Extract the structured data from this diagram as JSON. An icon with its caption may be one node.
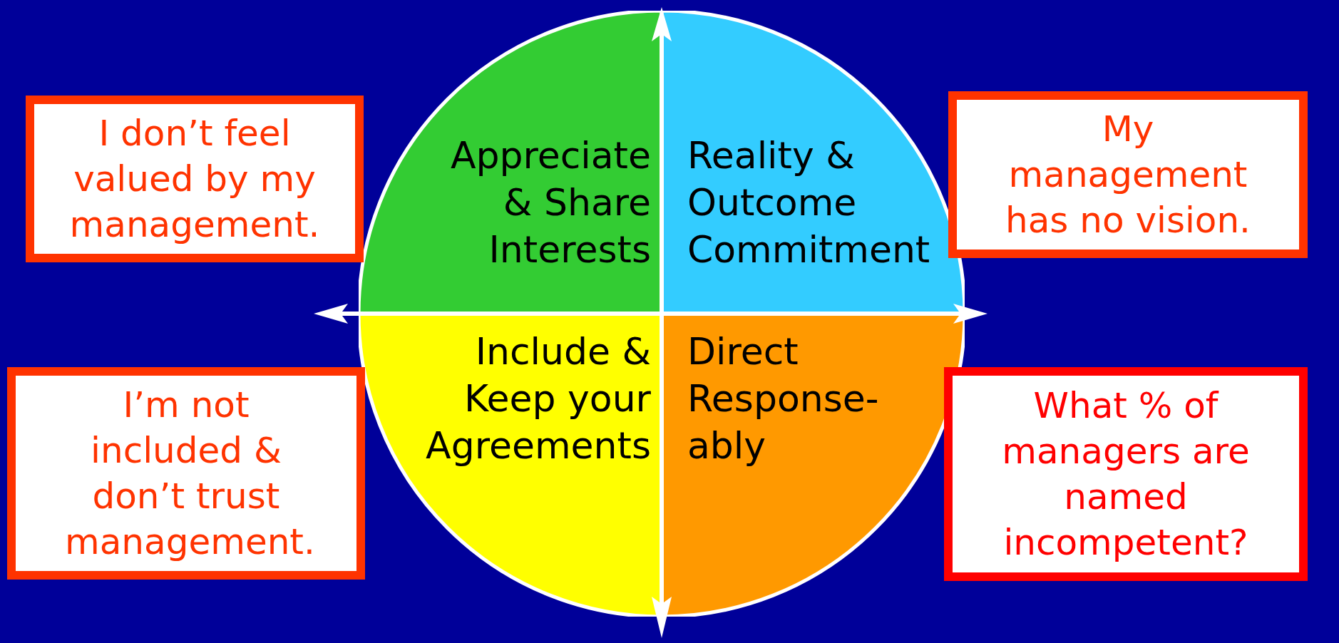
{
  "diagram": {
    "nodes": [
      {
        "text": [
          "Appreciate & Share Interests"
        ]
      },
      {
        "text": [
          "Reality & Outcome Commitment"
        ]
      },
      {
        "text": [
          "Include & Keep your Agreements"
        ]
      },
      {
        "text": [
          "Direct Response-ably"
        ]
      },
      {
        "text": [
          "I don’t feel valued by my management."
        ]
      },
      {
        "text": [
          "My management has no vision."
        ]
      },
      {
        "text": [
          "I’m not included & don’t trust management."
        ]
      },
      {
        "text": [
          "What % of managers are named incompetent?"
        ]
      }
    ]
  }
}
